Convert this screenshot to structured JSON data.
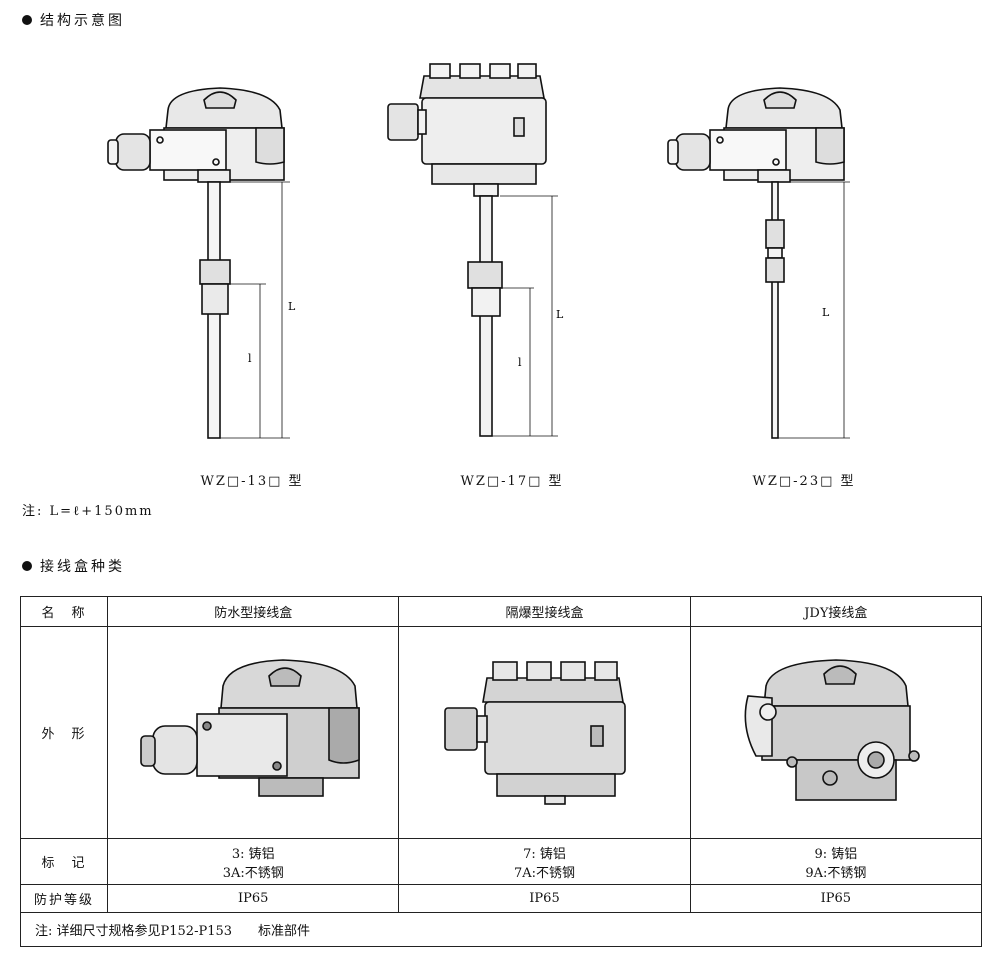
{
  "section1": {
    "title": "结构示意图"
  },
  "drawings": [
    {
      "caption": "WZ□-13□ 型",
      "dim_L": "L",
      "dim_l": "l"
    },
    {
      "caption": "WZ□-17□ 型",
      "dim_L": "L",
      "dim_l": "l"
    },
    {
      "caption": "WZ□-23□ 型",
      "dim_L": "L"
    }
  ],
  "note": "注: L=ℓ+150mm",
  "section2": {
    "title": "接线盒种类"
  },
  "table": {
    "headers": {
      "name": "名　称",
      "shape": "外　形",
      "mark": "标　记",
      "protection": "防护等级"
    },
    "columns": [
      {
        "name": "防水型接线盒",
        "mark_1": "3: 铸铝",
        "mark_2": "3A:不锈钢",
        "protection": "IP65"
      },
      {
        "name": "隔爆型接线盒",
        "mark_1": "7: 铸铝",
        "mark_2": "7A:不锈钢",
        "protection": "IP65"
      },
      {
        "name": "JDY接线盒",
        "mark_1": "9: 铸铝",
        "mark_2": "9A:不锈钢",
        "protection": "IP65"
      }
    ],
    "footnote": "注: 详细尺寸规格参见P152-P153　　标准部件"
  }
}
